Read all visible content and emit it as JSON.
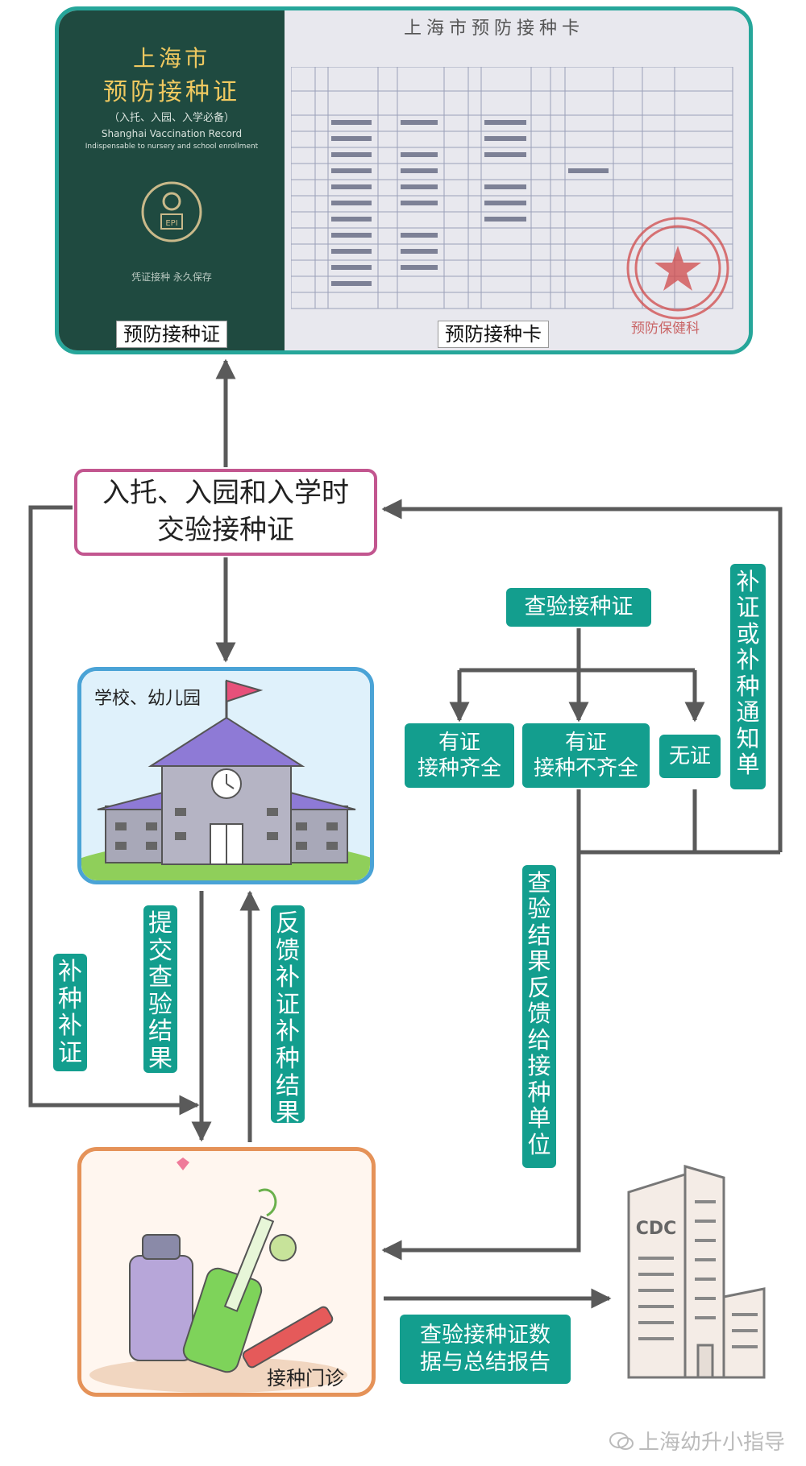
{
  "top_panel": {
    "certificate": {
      "title_line1": "上海市",
      "title_line2": "预防接种证",
      "subtitle": "（入托、入园、入学必备）",
      "english_line1": "Shanghai Vaccination Record",
      "english_line2": "Indispensable to nursery and school enrollment",
      "motto": "凭证接种  永久保存",
      "caption": "预防接种证"
    },
    "card": {
      "header": "上海市预防接种卡",
      "caption": "预防接种卡",
      "stamp_text": "预防保健科"
    }
  },
  "flow": {
    "entry_line1": "入托、入园和入学时",
    "entry_line2": "交验接种证",
    "school_label": "学校、幼儿园",
    "check_label": "查验接种证",
    "complete_label_line1": "有证",
    "complete_label_line2": "接种齐全",
    "incomplete_label_line1": "有证",
    "incomplete_label_line2": "接种不齐全",
    "no_cert_label": "无证",
    "notice_label": "补证或补种通知单",
    "catchup_label": "补种补证",
    "submit_label": "提交查验结果",
    "feedback_label": "反馈补证补种结果",
    "result_feedback_label": "查验结果反馈给接种单位",
    "clinic_label": "接种门诊",
    "report_line1": "查验接种证数",
    "report_line2": "据与总结报告",
    "cdc_label": "CDC"
  },
  "footer": {
    "watermark": "上海幼升小指导"
  },
  "colors": {
    "teal": "#139e8e",
    "arrow": "#5a5a5a",
    "entry_border": "#c2568f",
    "school_border": "#4aa3d6",
    "clinic_border": "#e59258"
  }
}
